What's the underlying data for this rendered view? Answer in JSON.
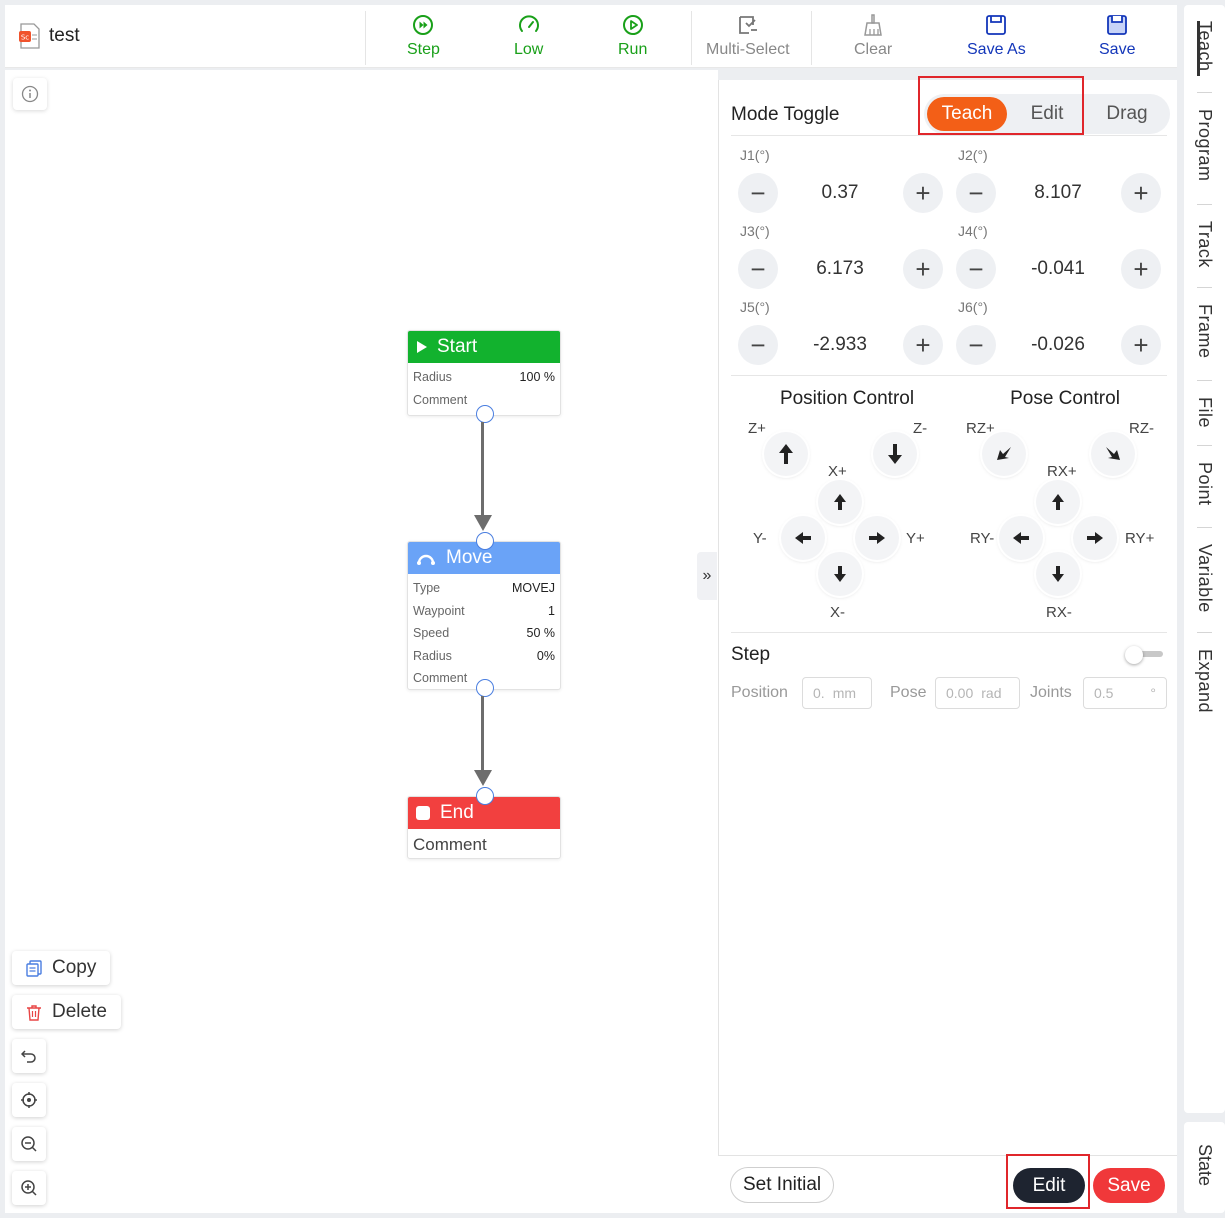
{
  "file": {
    "name": "test"
  },
  "toolbar": {
    "step": "Step",
    "low": "Low",
    "run": "Run",
    "multi_select": "Multi-Select",
    "clear": "Clear",
    "save_as": "Save As",
    "save": "Save"
  },
  "nodes": {
    "start": {
      "title": "Start",
      "rows": [
        {
          "label": "Radius",
          "value": "100 %"
        },
        {
          "label": "Comment",
          "value": ""
        }
      ]
    },
    "move": {
      "title": "Move",
      "rows": [
        {
          "label": "Type",
          "value": "MOVEJ"
        },
        {
          "label": "Waypoint",
          "value": "1"
        },
        {
          "label": "Speed",
          "value": "50 %"
        },
        {
          "label": "Radius",
          "value": "0%"
        },
        {
          "label": "Comment",
          "value": ""
        }
      ]
    },
    "end": {
      "title": "End",
      "comment": "Comment"
    }
  },
  "canvas_tools": {
    "copy": "Copy",
    "delete": "Delete"
  },
  "panel": {
    "mode_label": "Mode Toggle",
    "modes": [
      "Teach",
      "Edit",
      "Drag"
    ],
    "active_mode": "Teach",
    "joints": [
      {
        "label": "J1(°)",
        "value": "0.37"
      },
      {
        "label": "J2(°)",
        "value": "8.107"
      },
      {
        "label": "J3(°)",
        "value": "6.173"
      },
      {
        "label": "J4(°)",
        "value": "-0.041"
      },
      {
        "label": "J5(°)",
        "value": "-2.933"
      },
      {
        "label": "J6(°)",
        "value": "-0.026"
      }
    ],
    "position_control": "Position Control",
    "pose_control": "Pose Control",
    "pos_labels": {
      "zp": "Z+",
      "zm": "Z-",
      "xp": "X+",
      "xm": "X-",
      "ym": "Y-",
      "yp": "Y+"
    },
    "pose_labels": {
      "rzp": "RZ+",
      "rzm": "RZ-",
      "rxp": "RX+",
      "rxm": "RX-",
      "rym": "RY-",
      "ryp": "RY+"
    },
    "step": {
      "title": "Step",
      "enabled": false,
      "position_label": "Position",
      "position_placeholder": "0.",
      "position_unit": "mm",
      "pose_label": "Pose",
      "pose_placeholder": "0.00",
      "pose_unit": "rad",
      "joints_label": "Joints",
      "joints_placeholder": "0.5",
      "joints_unit": "°"
    },
    "footer": {
      "set_initial": "Set Initial",
      "edit": "Edit",
      "save": "Save"
    }
  },
  "right_tabs": [
    "Teach",
    "Program",
    "Track",
    "Frame",
    "File",
    "Point",
    "Variable",
    "Expand"
  ],
  "state_tab": "State",
  "colors": {
    "accent": "#f35f17",
    "start": "#12b22e",
    "move": "#6aa3f7",
    "end": "#f2403f",
    "save": "#f0383a",
    "toolbar_green": "#19a019",
    "toolbar_blue": "#1336b9"
  }
}
